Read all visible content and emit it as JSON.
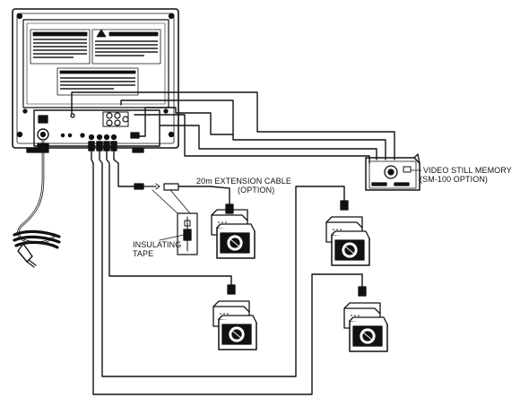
{
  "labels": {
    "extension_cable": "20m EXTENSION CABLE",
    "extension_cable_option": "(OPTION)",
    "video_still_memory": "VIDEO STILL MEMORY",
    "video_still_memory_option": "(SM-100 OPTION)",
    "insulating": "INSULATING",
    "tape": "TAPE"
  },
  "icons": {
    "warning_symbol": "warning-triangle-icon"
  },
  "colors": {
    "line": "#111111",
    "background": "#ffffff"
  }
}
